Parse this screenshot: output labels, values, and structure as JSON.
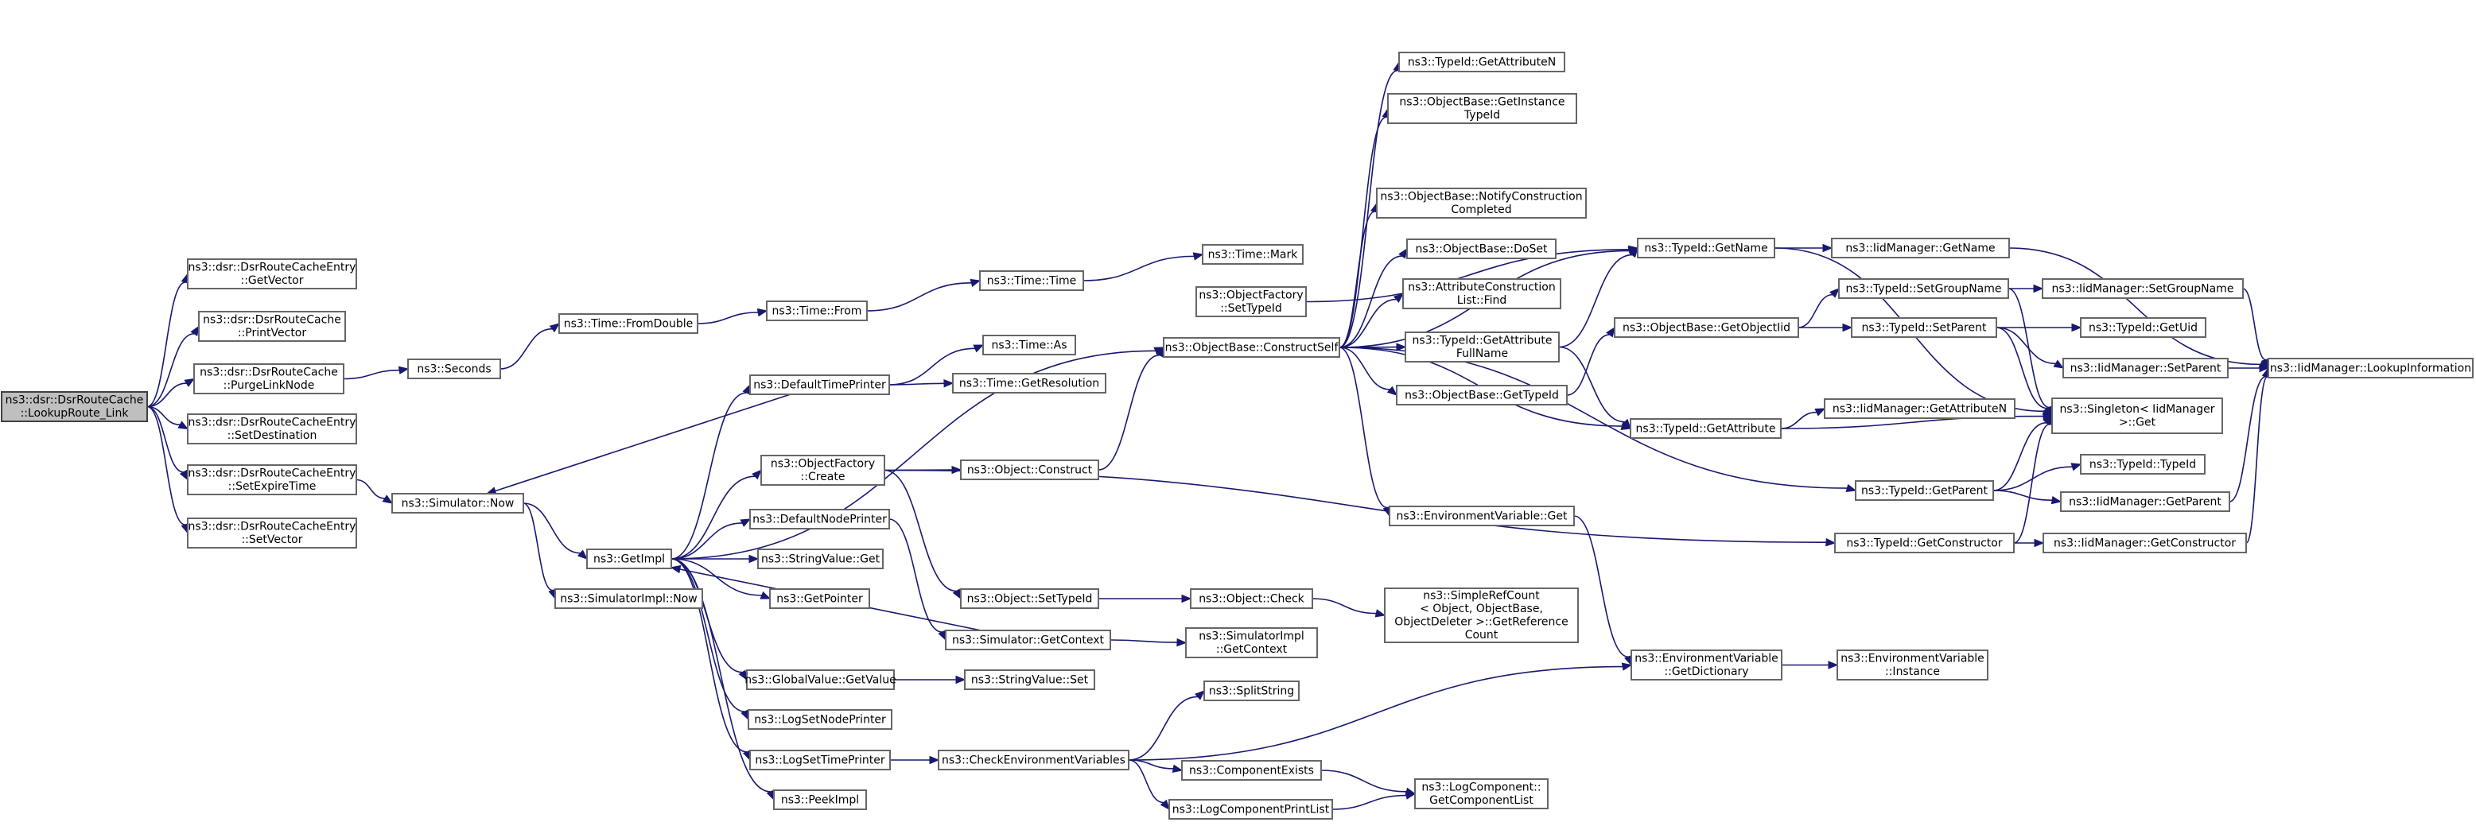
{
  "nodes": {
    "root": [
      "ns3::dsr::DsrRouteCache",
      "::LookupRoute_Link"
    ],
    "getvector": [
      "ns3::dsr::DsrRouteCacheEntry",
      "::GetVector"
    ],
    "printvector": [
      "ns3::dsr::DsrRouteCache",
      "::PrintVector"
    ],
    "purgelinknode": [
      "ns3::dsr::DsrRouteCache",
      "::PurgeLinkNode"
    ],
    "setdestination": [
      "ns3::dsr::DsrRouteCacheEntry",
      "::SetDestination"
    ],
    "setexpiretime": [
      "ns3::dsr::DsrRouteCacheEntry",
      "::SetExpireTime"
    ],
    "setvector": [
      "ns3::dsr::DsrRouteCacheEntry",
      "::SetVector"
    ],
    "seconds": [
      "ns3::Seconds"
    ],
    "simnow": [
      "ns3::Simulator::Now"
    ],
    "getimpl": [
      "ns3::GetImpl"
    ],
    "simimplnow": [
      "ns3::SimulatorImpl::Now"
    ],
    "fromdouble": [
      "ns3::Time::FromDouble"
    ],
    "timefrom": [
      "ns3::Time::From"
    ],
    "timetime": [
      "ns3::Time::Time"
    ],
    "timemark": [
      "ns3::Time::Mark"
    ],
    "timeas": [
      "ns3::Time::As"
    ],
    "getresolution": [
      "ns3::Time::GetResolution"
    ],
    "defaulttimeprinter": [
      "ns3::DefaultTimePrinter"
    ],
    "objfactorycreate": [
      "ns3::ObjectFactory",
      "::Create"
    ],
    "defaultnodeprinter": [
      "ns3::DefaultNodePrinter"
    ],
    "stringvalueget": [
      "ns3::StringValue::Get"
    ],
    "getpointer": [
      "ns3::GetPointer"
    ],
    "simgetcontext": [
      "ns3::Simulator::GetContext"
    ],
    "globalvalueget": [
      "ns3::GlobalValue::GetValue"
    ],
    "logsetnodeprinter": [
      "ns3::LogSetNodePrinter"
    ],
    "logsettimeprinter": [
      "ns3::LogSetTimePrinter"
    ],
    "peekimpl": [
      "ns3::PeekImpl"
    ],
    "objconstruct": [
      "ns3::Object::Construct"
    ],
    "objsettypeid": [
      "ns3::Object::SetTypeId"
    ],
    "objcheck": [
      "ns3::Object::Check"
    ],
    "simimplgetcontext": [
      "ns3::SimulatorImpl",
      "::GetContext"
    ],
    "stringvalueset": [
      "ns3::StringValue::Set"
    ],
    "checkenv": [
      "ns3::CheckEnvironmentVariables"
    ],
    "splitstring": [
      "ns3::SplitString"
    ],
    "componentexists": [
      "ns3::ComponentExists"
    ],
    "logcompprintlist": [
      "ns3::LogComponentPrintList"
    ],
    "objfactorysettypeid": [
      "ns3::ObjectFactory",
      "::SetTypeId"
    ],
    "constructself": [
      "ns3::ObjectBase::ConstructSelf"
    ],
    "getattributen": [
      "ns3::TypeId::GetAttributeN"
    ],
    "getinstancetypeid": [
      "ns3::ObjectBase::GetInstance",
      "TypeId"
    ],
    "notifyconstruction": [
      "ns3::ObjectBase::NotifyConstruction",
      "Completed"
    ],
    "doset": [
      "ns3::ObjectBase::DoSet"
    ],
    "attrconstrlistfind": [
      "ns3::AttributeConstruction",
      "List::Find"
    ],
    "getattributefullname": [
      "ns3::TypeId::GetAttribute",
      "FullName"
    ],
    "objbasegettypeid": [
      "ns3::ObjectBase::GetTypeId"
    ],
    "envvarget": [
      "ns3::EnvironmentVariable::Get"
    ],
    "simplerefcount": [
      "ns3::SimpleRefCount",
      "< Object, ObjectBase,",
      "ObjectDeleter >::GetReference",
      "Count"
    ],
    "envvargetdict": [
      "ns3::EnvironmentVariable",
      "::GetDictionary"
    ],
    "envvarinstance": [
      "ns3::EnvironmentVariable",
      "::Instance"
    ],
    "logcompgetlist": [
      "ns3::LogComponent::",
      "GetComponentList"
    ],
    "typeidgetname": [
      "ns3::TypeId::GetName"
    ],
    "getobjectiid": [
      "ns3::ObjectBase::GetObjectIid"
    ],
    "typeidgetattribute": [
      "ns3::TypeId::GetAttribute"
    ],
    "typeidgetparent": [
      "ns3::TypeId::GetParent"
    ],
    "typeidgetconstructor": [
      "ns3::TypeId::GetConstructor"
    ],
    "typeidsetgroupname": [
      "ns3::TypeId::SetGroupName"
    ],
    "typeidsetparent": [
      "ns3::TypeId::SetParent"
    ],
    "iidmgrgetname": [
      "ns3::IidManager::GetName"
    ],
    "iidmgrsetgroupname": [
      "ns3::IidManager::SetGroupName"
    ],
    "typeidgetuid": [
      "ns3::TypeId::GetUid"
    ],
    "iidmgrsetparent": [
      "ns3::IidManager::SetParent"
    ],
    "iidmgrgetattributen": [
      "ns3::IidManager::GetAttributeN"
    ],
    "singletonget": [
      "ns3::Singleton< IidManager",
      ">::Get"
    ],
    "typeidtypeid": [
      "ns3::TypeId::TypeId"
    ],
    "iidmgrgetparent": [
      "ns3::IidManager::GetParent"
    ],
    "iidmgrgetconstructor": [
      "ns3::IidManager::GetConstructor"
    ],
    "iidmgrlookup": [
      "ns3::IidManager::LookupInformation"
    ]
  },
  "edges": [
    [
      "root",
      "getvector"
    ],
    [
      "root",
      "printvector"
    ],
    [
      "root",
      "purgelinknode"
    ],
    [
      "root",
      "setdestination"
    ],
    [
      "root",
      "setexpiretime"
    ],
    [
      "root",
      "setvector"
    ],
    [
      "purgelinknode",
      "seconds"
    ],
    [
      "setexpiretime",
      "simnow"
    ],
    [
      "seconds",
      "fromdouble"
    ],
    [
      "fromdouble",
      "timefrom"
    ],
    [
      "timefrom",
      "timetime"
    ],
    [
      "timetime",
      "timemark"
    ],
    [
      "simnow",
      "getimpl"
    ],
    [
      "simnow",
      "simimplnow"
    ],
    [
      "getimpl",
      "defaulttimeprinter"
    ],
    [
      "getimpl",
      "objfactorycreate"
    ],
    [
      "getimpl",
      "defaultnodeprinter"
    ],
    [
      "getimpl",
      "stringvalueget"
    ],
    [
      "getimpl",
      "getpointer"
    ],
    [
      "getimpl",
      "globalvalueget"
    ],
    [
      "getimpl",
      "logsetnodeprinter"
    ],
    [
      "getimpl",
      "logsettimeprinter"
    ],
    [
      "getimpl",
      "peekimpl"
    ],
    [
      "getimpl",
      "constructself"
    ],
    [
      "defaulttimeprinter",
      "simnow"
    ],
    [
      "defaulttimeprinter",
      "timeas"
    ],
    [
      "defaulttimeprinter",
      "getresolution"
    ],
    [
      "simgetcontext",
      "getimpl"
    ],
    [
      "simgetcontext",
      "simimplgetcontext"
    ],
    [
      "defaultnodeprinter",
      "simgetcontext"
    ],
    [
      "objfactorycreate",
      "objconstruct"
    ],
    [
      "objfactorycreate",
      "objsettypeid"
    ],
    [
      "objfactorycreate",
      "typeidgetconstructor"
    ],
    [
      "objconstruct",
      "constructself"
    ],
    [
      "objsettypeid",
      "objcheck"
    ],
    [
      "objcheck",
      "simplerefcount"
    ],
    [
      "globalvalueget",
      "stringvalueset"
    ],
    [
      "logsettimeprinter",
      "checkenv"
    ],
    [
      "checkenv",
      "splitstring"
    ],
    [
      "checkenv",
      "componentexists"
    ],
    [
      "checkenv",
      "logcompprintlist"
    ],
    [
      "checkenv",
      "envvargetdict"
    ],
    [
      "componentexists",
      "logcompgetlist"
    ],
    [
      "logcompprintlist",
      "logcompgetlist"
    ],
    [
      "objfactorysettypeid",
      "typeidgetname"
    ],
    [
      "constructself",
      "getattributen"
    ],
    [
      "constructself",
      "getinstancetypeid"
    ],
    [
      "constructself",
      "notifyconstruction"
    ],
    [
      "constructself",
      "doset"
    ],
    [
      "constructself",
      "attrconstrlistfind"
    ],
    [
      "constructself",
      "getattributefullname"
    ],
    [
      "constructself",
      "objbasegettypeid"
    ],
    [
      "constructself",
      "envvarget"
    ],
    [
      "constructself",
      "typeidgetname"
    ],
    [
      "constructself",
      "typeidgetattribute"
    ],
    [
      "constructself",
      "typeidgetparent"
    ],
    [
      "getattributefullname",
      "typeidgetname"
    ],
    [
      "getattributefullname",
      "typeidgetattribute"
    ],
    [
      "objbasegettypeid",
      "getobjectiid"
    ],
    [
      "getobjectiid",
      "typeidsetgroupname"
    ],
    [
      "getobjectiid",
      "typeidsetparent"
    ],
    [
      "envvarget",
      "envvargetdict"
    ],
    [
      "envvargetdict",
      "envvarinstance"
    ],
    [
      "typeidgetname",
      "iidmgrgetname"
    ],
    [
      "typeidgetname",
      "singletonget"
    ],
    [
      "typeidgetattribute",
      "iidmgrgetattributen"
    ],
    [
      "typeidgetattribute",
      "singletonget"
    ],
    [
      "typeidgetparent",
      "singletonget"
    ],
    [
      "typeidgetparent",
      "typeidtypeid"
    ],
    [
      "typeidgetparent",
      "iidmgrgetparent"
    ],
    [
      "typeidgetconstructor",
      "iidmgrgetconstructor"
    ],
    [
      "typeidgetconstructor",
      "singletonget"
    ],
    [
      "typeidsetgroupname",
      "iidmgrsetgroupname"
    ],
    [
      "typeidsetgroupname",
      "singletonget"
    ],
    [
      "typeidsetparent",
      "typeidgetuid"
    ],
    [
      "typeidsetparent",
      "iidmgrsetparent"
    ],
    [
      "typeidsetparent",
      "singletonget"
    ],
    [
      "iidmgrgetname",
      "iidmgrlookup"
    ],
    [
      "iidmgrsetgroupname",
      "iidmgrlookup"
    ],
    [
      "iidmgrsetparent",
      "iidmgrlookup"
    ],
    [
      "iidmgrgetparent",
      "iidmgrlookup"
    ],
    [
      "iidmgrgetconstructor",
      "iidmgrlookup"
    ]
  ]
}
